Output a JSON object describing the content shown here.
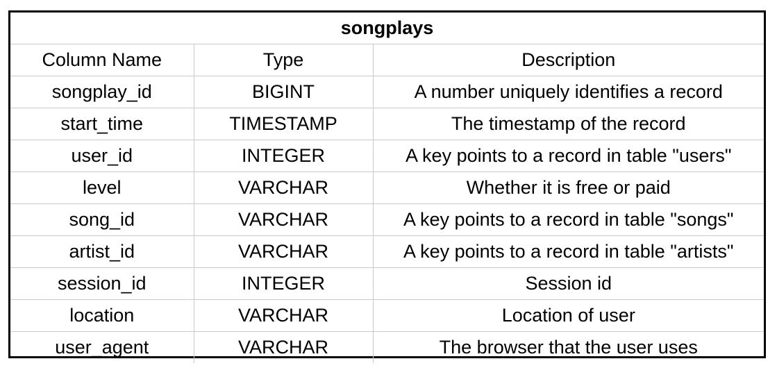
{
  "table": {
    "title": "songplays",
    "headers": [
      "Column Name",
      "Type",
      "Description"
    ],
    "rows": [
      [
        "songplay_id",
        "BIGINT",
        "A number uniquely identifies a record"
      ],
      [
        "start_time",
        "TIMESTAMP",
        "The timestamp of the record"
      ],
      [
        "user_id",
        "INTEGER",
        "A key points to a record in table \"users\""
      ],
      [
        "level",
        "VARCHAR",
        "Whether it is free or paid"
      ],
      [
        "song_id",
        "VARCHAR",
        "A key points to a record in table \"songs\""
      ],
      [
        "artist_id",
        "VARCHAR",
        "A key points to a record in table \"artists\""
      ],
      [
        "session_id",
        "INTEGER",
        "Session id"
      ],
      [
        "location",
        "VARCHAR",
        "Location of user"
      ],
      [
        "user_agent",
        "VARCHAR",
        "The browser that the user uses"
      ]
    ]
  }
}
